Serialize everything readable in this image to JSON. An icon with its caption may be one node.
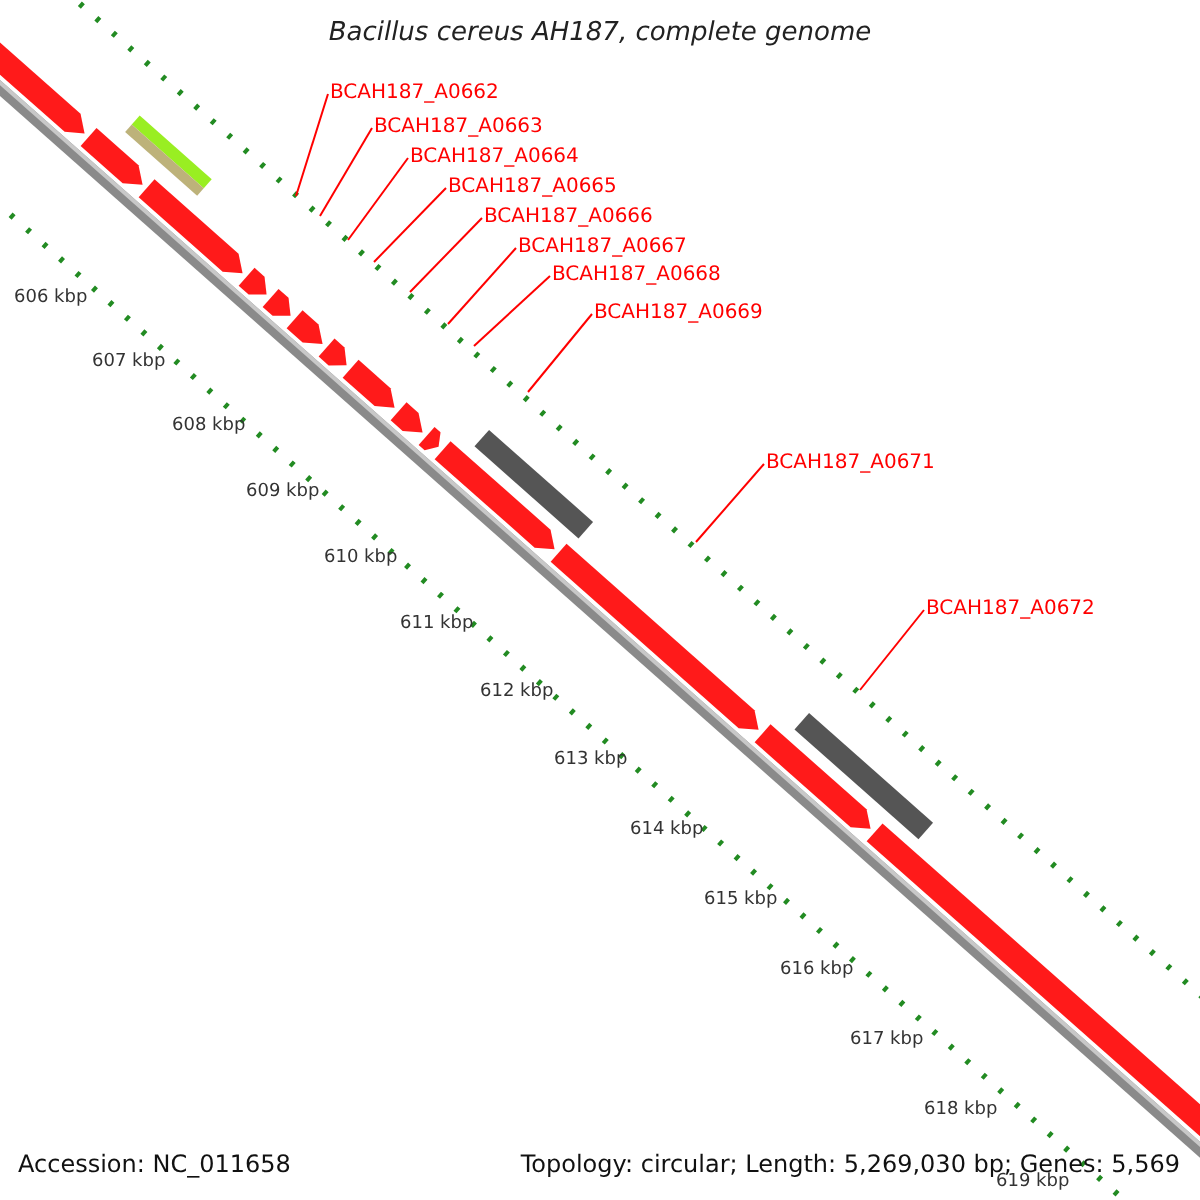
{
  "diagram": {
    "title": "Bacillus cereus AH187, complete genome",
    "nodes": [
      {
        "text": [
          "BCAH187_A0662"
        ]
      },
      {
        "text": [
          "BCAH187_A0663"
        ]
      },
      {
        "text": [
          "BCAH187_A0664"
        ]
      },
      {
        "text": [
          "BCAH187_A0665"
        ]
      },
      {
        "text": [
          "BCAH187_A0666"
        ]
      },
      {
        "text": [
          "BCAH187_A0667"
        ]
      },
      {
        "text": [
          "BCAH187_A0668"
        ]
      },
      {
        "text": [
          "BCAH187_A0669"
        ]
      },
      {
        "text": [
          "BCAH187_A0671"
        ]
      },
      {
        "text": [
          "BCAH187_A0672"
        ]
      }
    ],
    "edges": [
      {
        "from": 0,
        "to": null,
        "arrow": "none"
      },
      {
        "from": 1,
        "to": null,
        "arrow": "none"
      },
      {
        "from": 2,
        "to": null,
        "arrow": "none"
      },
      {
        "from": 3,
        "to": null,
        "arrow": "none"
      },
      {
        "from": 4,
        "to": null,
        "arrow": "none"
      },
      {
        "from": 5,
        "to": null,
        "arrow": "none"
      },
      {
        "from": 6,
        "to": null,
        "arrow": "none"
      },
      {
        "from": 7,
        "to": null,
        "arrow": "none"
      },
      {
        "from": 8,
        "to": null,
        "arrow": "none"
      },
      {
        "from": 9,
        "to": null,
        "arrow": "none"
      }
    ],
    "labels": [
      "606 kbp",
      "607 kbp",
      "608 kbp",
      "609 kbp",
      "610 kbp",
      "611 kbp",
      "612 kbp",
      "613 kbp",
      "614 kbp",
      "615 kbp",
      "616 kbp",
      "617 kbp",
      "618 kbp",
      "619 kbp",
      "Accession: NC_011658",
      "Topology: circular; Length: 5,269,030 bp; Genes: 5,569"
    ]
  }
}
